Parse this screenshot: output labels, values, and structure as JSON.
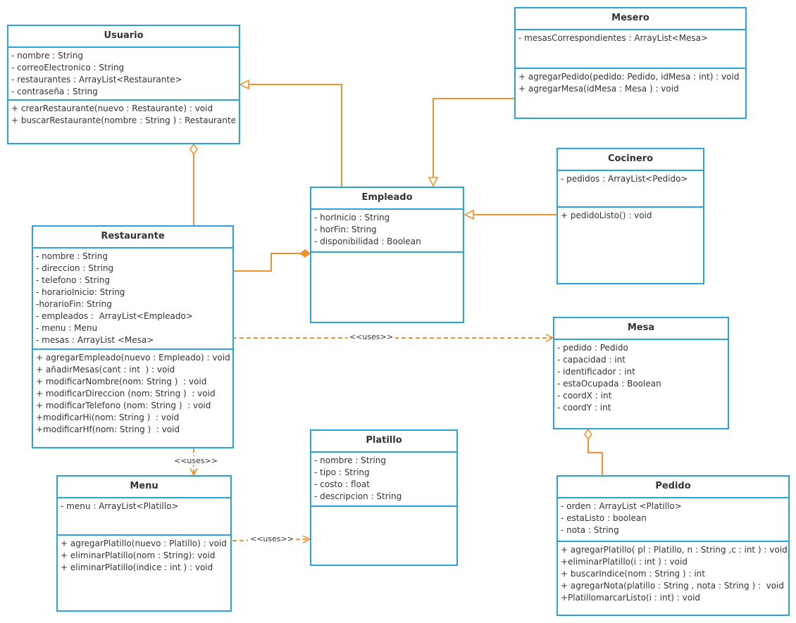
{
  "classes": {
    "usuario": {
      "name": "Usuario",
      "attributes": [
        "- nombre : String",
        "- correoElectronico : String",
        "- restaurantes : ArrayList<Restaurante>",
        "- contraseña : String"
      ],
      "methods": [
        "+ crearRestaurante(nuevo : Restaurante) : void",
        "+ buscarRestaurante(nombre : String ) : Restaurante"
      ]
    },
    "mesero": {
      "name": "Mesero",
      "attributes": [
        "- mesasCorrespondientes : ArrayList<Mesa>"
      ],
      "methods": [
        "+ agregarPedido(pedido: Pedido, idMesa : int) : void",
        "+ agregarMesa(idMesa : Mesa ) : void"
      ]
    },
    "empleado": {
      "name": "Empleado",
      "attributes": [
        "- horInicio : String",
        "- horFin: String",
        "- disponibilidad : Boolean"
      ],
      "methods": []
    },
    "cocinero": {
      "name": "Cocinero",
      "attributes": [
        "- pedidos : ArrayList<Pedido>"
      ],
      "methods": [
        "+ pedidoListo() : void"
      ]
    },
    "restaurante": {
      "name": "Restaurante",
      "attributes": [
        "- nombre : String",
        "- direccion : String",
        "- telefono : String",
        "- horarioInicio: String",
        "-horarioFin: String",
        "- empleados :  ArrayList<Empleado>",
        "- menu : Menu",
        "- mesas : ArrayList <Mesa>"
      ],
      "methods": [
        "+ agregarEmpleado(nuevo : Empleado) : void",
        "+ añadirMesas(cant : int  ) : void",
        "+ modificarNombre(nom: String )  : void",
        "+ modificarDireccion (nom: String )  : void",
        "+ modificarTelefono (nom: String )  : void",
        "+modificarHi(nom: String )  : void",
        "+modificarHf(nom: String )  : void"
      ]
    },
    "mesa": {
      "name": "Mesa",
      "attributes": [
        "- pedido : Pedido",
        "- capacidad : int",
        "- identificador : int",
        "- estaOcupada : Boolean",
        "- coordX : int",
        "- coordY : int"
      ],
      "methods": []
    },
    "platillo": {
      "name": "Platillo",
      "attributes": [
        "- nombre : String",
        "- tipo : String",
        "- costo : float",
        "- descripcion : String"
      ],
      "methods": []
    },
    "menu": {
      "name": "Menu",
      "attributes": [
        "- menu : ArrayList<Platillo>"
      ],
      "methods": [
        "+ agregarPlatillo(nuevo : Platillo) : void",
        "+ eliminarPlatillo(nom : String): void",
        "+ eliminarPlatillo(indice : int ) : void"
      ]
    },
    "pedido": {
      "name": "Pedido",
      "attributes": [
        "- orden : ArrayList <Platillo>",
        "- estaListo : boolean",
        "- nota : String"
      ],
      "methods": [
        "+ agregarPlatillo( pl : Platillo, n : String ,c : int ) : void",
        "+eliminarPlatillo(i : int ) : void",
        "+ buscarIndice(nom : String ) : int",
        "+ agregarNota(platillo : String , nota : String ) :  void",
        "+PlatillomarcarListo(i : int) : void"
      ]
    }
  },
  "relationships": [
    {
      "id": "empleado-usuario",
      "type": "generalization",
      "from": "Empleado",
      "to": "Usuario"
    },
    {
      "id": "mesero-empleado",
      "type": "generalization",
      "from": "Mesero",
      "to": "Empleado"
    },
    {
      "id": "cocinero-empleado",
      "type": "generalization",
      "from": "Cocinero",
      "to": "Empleado"
    },
    {
      "id": "usuario-restaurante",
      "type": "aggregation",
      "from": "Usuario",
      "to": "Restaurante"
    },
    {
      "id": "empleado-restaurante",
      "type": "composition",
      "from": "Empleado",
      "to": "Restaurante"
    },
    {
      "id": "restaurante-mesa",
      "type": "dependency",
      "from": "Restaurante",
      "to": "Mesa",
      "label": "<<uses>>"
    },
    {
      "id": "restaurante-menu",
      "type": "dependency",
      "from": "Restaurante",
      "to": "Menu",
      "label": "<<uses>>"
    },
    {
      "id": "menu-platillo",
      "type": "dependency",
      "from": "Menu",
      "to": "Platillo",
      "label": "<<uses>>"
    },
    {
      "id": "mesa-pedido",
      "type": "aggregation",
      "from": "Mesa",
      "to": "Pedido"
    }
  ],
  "colors": {
    "class_border": "#29a3d9",
    "relationship_line": "#f0912f",
    "text": "#333333"
  }
}
